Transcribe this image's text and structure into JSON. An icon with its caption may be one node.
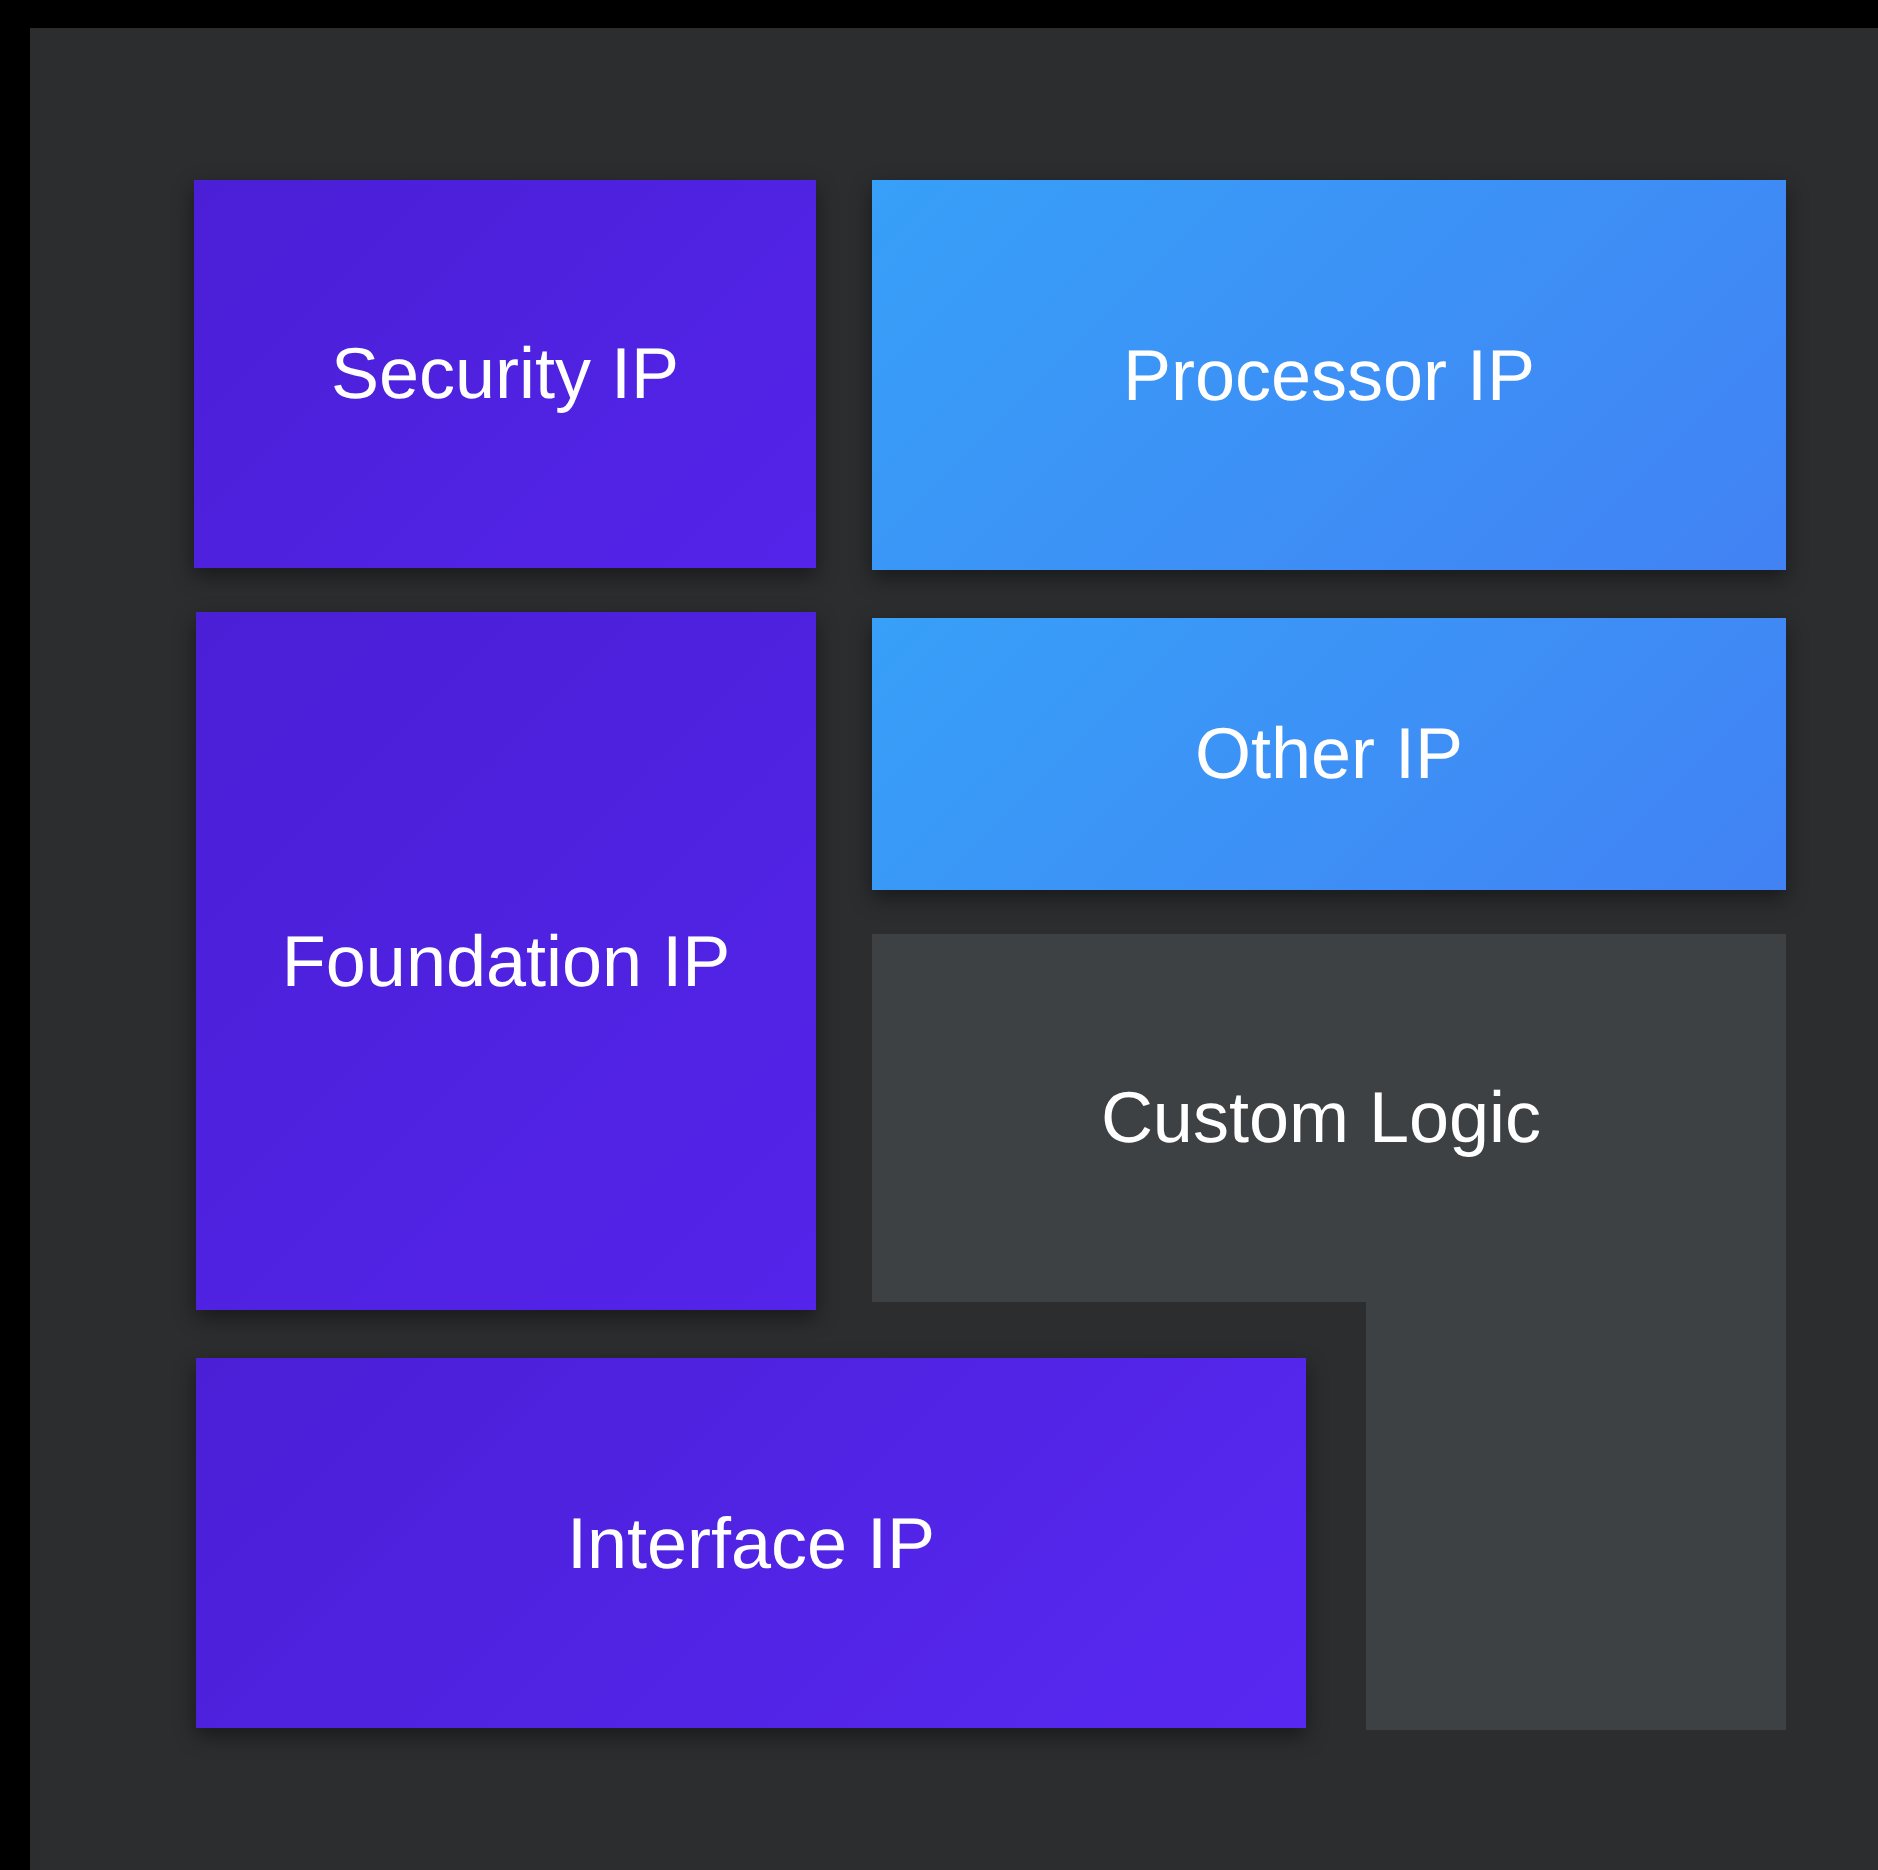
{
  "diagram": {
    "nodes": [
      {
        "text": [
          "Security IP"
        ]
      },
      {
        "text": [
          "Processor IP"
        ]
      },
      {
        "text": [
          "Foundation IP"
        ]
      },
      {
        "text": [
          "Other IP"
        ]
      },
      {
        "text": [
          "Custom Logic"
        ]
      },
      {
        "text": [
          "Interface IP"
        ]
      }
    ]
  }
}
